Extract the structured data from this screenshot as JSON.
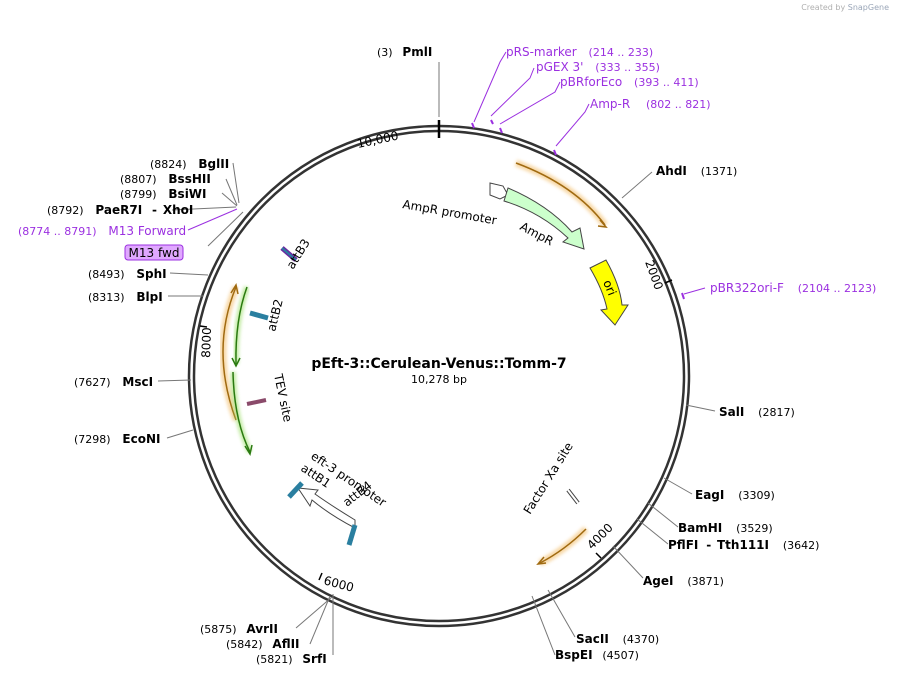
{
  "credit": {
    "prefix": "Created by",
    "brand": "SnapGene"
  },
  "plasmid": {
    "name": "pEft-3::Cerulean-Venus::Tomm-7",
    "size": "10,278 bp"
  },
  "ticks": [
    "10,000",
    "2000",
    "4000",
    "6000",
    "8000"
  ],
  "sites": [
    {
      "pos": "(3)",
      "name": "PmlI"
    },
    {
      "name": "AhdI",
      "pos": "(1371)"
    },
    {
      "name": "SalI",
      "pos": "(2817)"
    },
    {
      "name": "EagI",
      "pos": "(3309)"
    },
    {
      "name": "BamHI",
      "pos": "(3529)"
    },
    {
      "name": "PflFI",
      "name2": "Tth111I",
      "pos": "(3642)"
    },
    {
      "name": "AgeI",
      "pos": "(3871)"
    },
    {
      "name": "SacII",
      "pos": "(4370)"
    },
    {
      "name": "BspEI",
      "pos": "(4507)"
    },
    {
      "pos": "(5875)",
      "name": "AvrII"
    },
    {
      "pos": "(5842)",
      "name": "AflII"
    },
    {
      "pos": "(5821)",
      "name": "SrfI"
    },
    {
      "pos": "(7298)",
      "name": "EcoNI"
    },
    {
      "pos": "(7627)",
      "name": "MscI"
    },
    {
      "pos": "(8313)",
      "name": "BlpI"
    },
    {
      "pos": "(8493)",
      "name": "SphI"
    },
    {
      "pos": "(8792)",
      "name": "PaeR7I",
      "name2": "XhoI"
    },
    {
      "pos": "(8799)",
      "name": "BsiWI"
    },
    {
      "pos": "(8807)",
      "name": "BssHII"
    },
    {
      "pos": "(8824)",
      "name": "BglII"
    }
  ],
  "primers": [
    {
      "name": "pRS-marker",
      "range": "(214 .. 233)"
    },
    {
      "name": "pGEX 3'",
      "range": "(333 .. 355)"
    },
    {
      "name": "pBRforEco",
      "range": "(393 .. 411)"
    },
    {
      "name": "Amp-R",
      "range": "(802 .. 821)"
    },
    {
      "name": "pBR322ori-F",
      "range": "(2104 .. 2123)"
    },
    {
      "name": "M13 Forward",
      "range": "(8774 .. 8791)"
    },
    {
      "name": "M13 fwd"
    }
  ],
  "features": {
    "ampr_promoter": "AmpR promoter",
    "ampr": "AmpR",
    "ori": "ori",
    "attb3": "attB3",
    "attb2": "attB2",
    "tev": "TEV site",
    "factor_xa": "Factor Xa site",
    "eft3": "eft-3 promoter",
    "attb1": "attB1",
    "attb4": "attB4"
  },
  "colors": {
    "backbone": "#333333",
    "primer": "#9b30e0",
    "ampr": "#ccffcc",
    "ori": "#ffff00",
    "orf_outline": "#f0a000",
    "attb": "#2a7fa0"
  }
}
